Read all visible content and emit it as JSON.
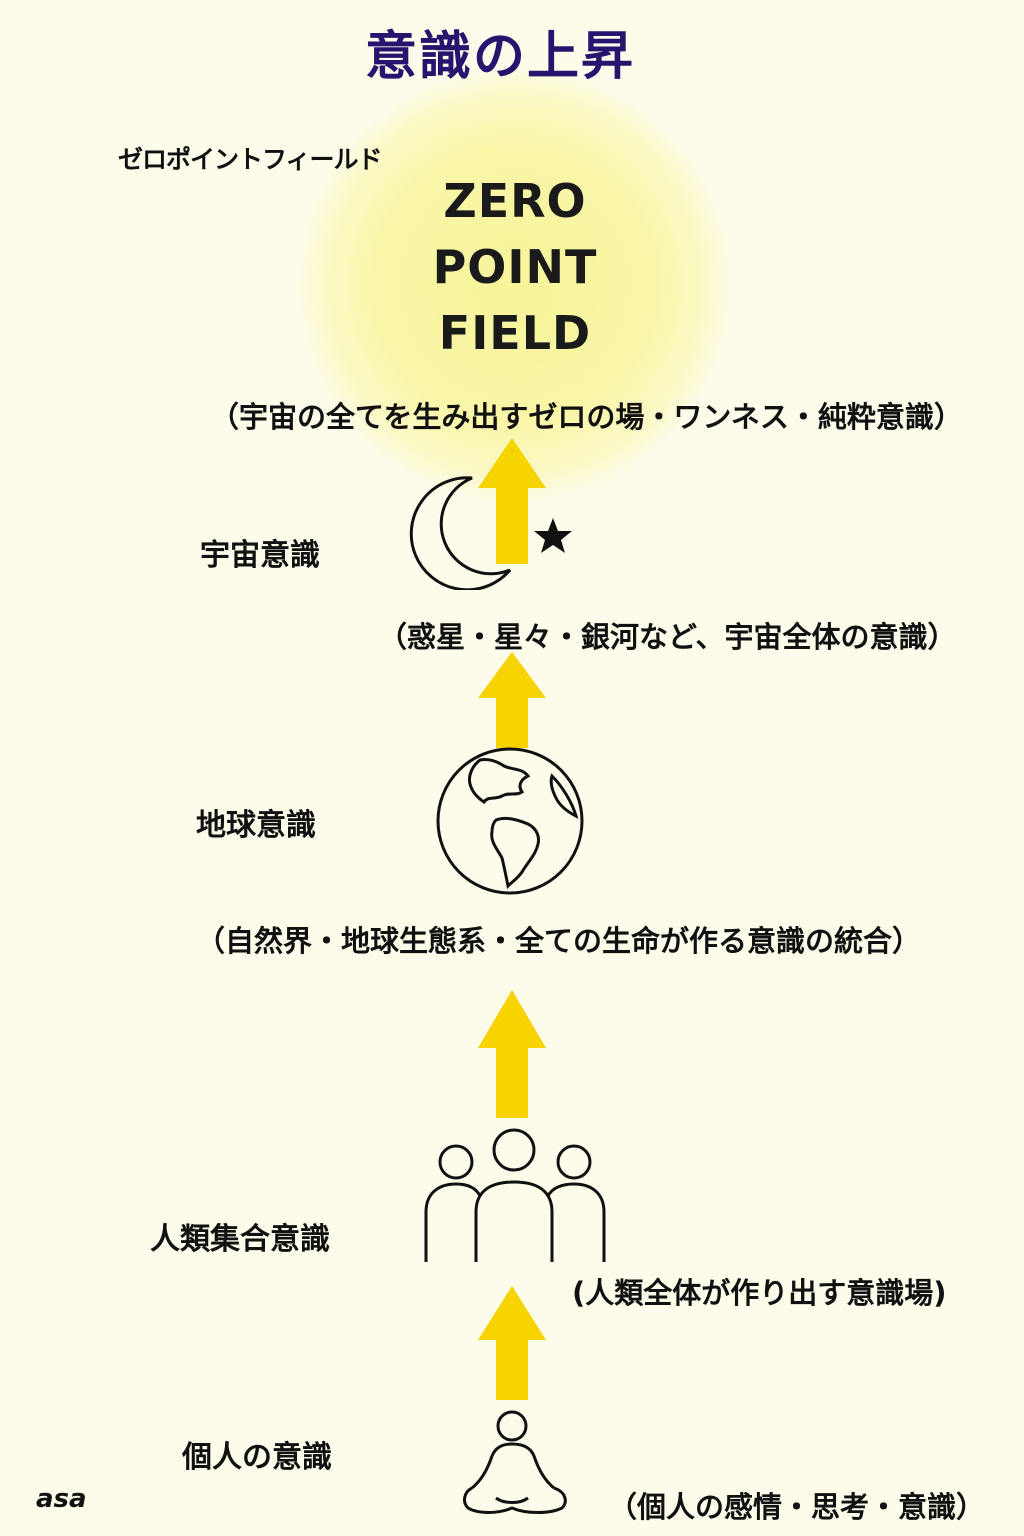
{
  "title": "意識の上昇",
  "zero_point": {
    "kana": "ゼロポイントフィールド",
    "english": [
      "ZERO",
      "POINT",
      "FIELD"
    ],
    "description": "（宇宙の全てを生み出すゼロの場・ワンネス・純粋意識）"
  },
  "levels": [
    {
      "label": "宇宙意識",
      "description": "（惑星・星々・銀河など、宇宙全体の意識）",
      "icon": "moon-star-icon"
    },
    {
      "label": "地球意識",
      "description": "（自然界・地球生態系・全ての生命が作る意識の統合）",
      "icon": "globe-icon"
    },
    {
      "label": "人類集合意識",
      "description": "(人類全体が作り出す意識場)",
      "icon": "group-people-icon"
    },
    {
      "label": "個人の意識",
      "description": "（個人の感情・思考・意識）",
      "icon": "meditating-person-icon"
    }
  ],
  "signature": "asa",
  "colors": {
    "title": "#26146e",
    "arrow": "#f7d400",
    "glow": "#f7f49a",
    "background": "#fdfcea"
  }
}
